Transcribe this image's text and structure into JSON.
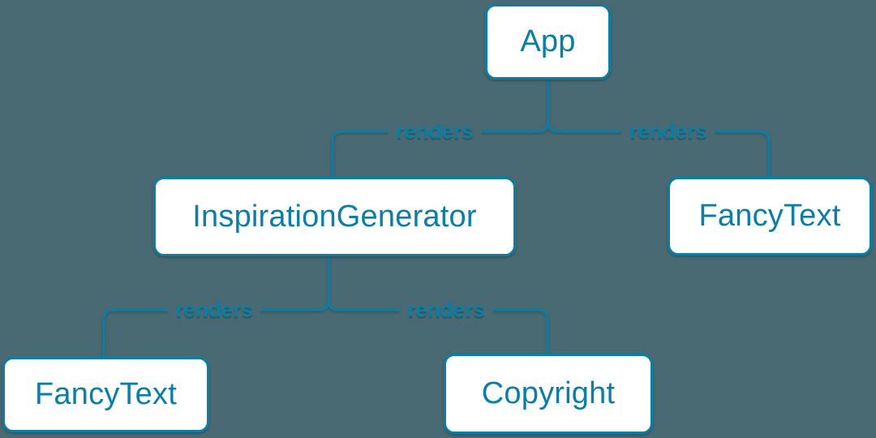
{
  "colors": {
    "background": "#4a6a73",
    "accent": "#0a7ea4",
    "node_fill": "#ffffff"
  },
  "diagram": {
    "type": "component-render-tree",
    "nodes": [
      {
        "id": "app",
        "label": "App"
      },
      {
        "id": "inspiration-generator",
        "label": "InspirationGenerator"
      },
      {
        "id": "fancy-text-top",
        "label": "FancyText"
      },
      {
        "id": "fancy-text-bottom",
        "label": "FancyText"
      },
      {
        "id": "copyright",
        "label": "Copyright"
      }
    ],
    "edges": [
      {
        "from": "App",
        "to": "InspirationGenerator",
        "label": "renders"
      },
      {
        "from": "App",
        "to": "FancyText",
        "label": "renders"
      },
      {
        "from": "InspirationGenerator",
        "to": "FancyText",
        "label": "renders"
      },
      {
        "from": "InspirationGenerator",
        "to": "Copyright",
        "label": "renders"
      }
    ]
  }
}
